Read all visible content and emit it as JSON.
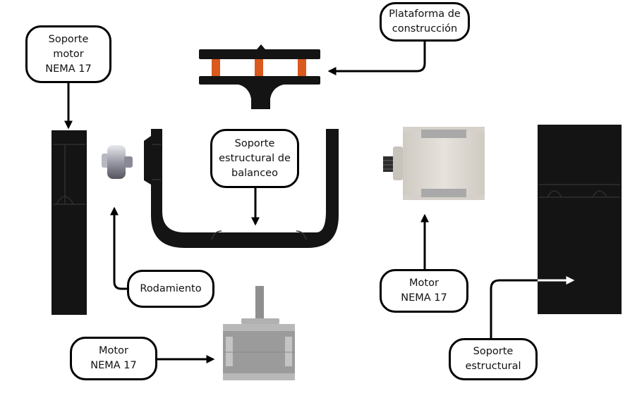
{
  "labels": {
    "soporte_motor": "Soporte\nmotor\nNEMA 17",
    "plataforma": "Plataforma de\nconstrucción",
    "soporte_balanceo": "Soporte\nestructural de\nbalanceo",
    "rodamiento": "Rodamiento",
    "motor_right": "Motor\nNEMA 17",
    "motor_bottom": "Motor\nNEMA 17",
    "soporte_estructural": "Soporte\nestructural"
  },
  "colors": {
    "part_black": "#141414",
    "spacer_orange": "#d9591e",
    "motor_body": "#dedad4",
    "motor_grey": "#9b9b9b",
    "arrow": "#000000"
  }
}
